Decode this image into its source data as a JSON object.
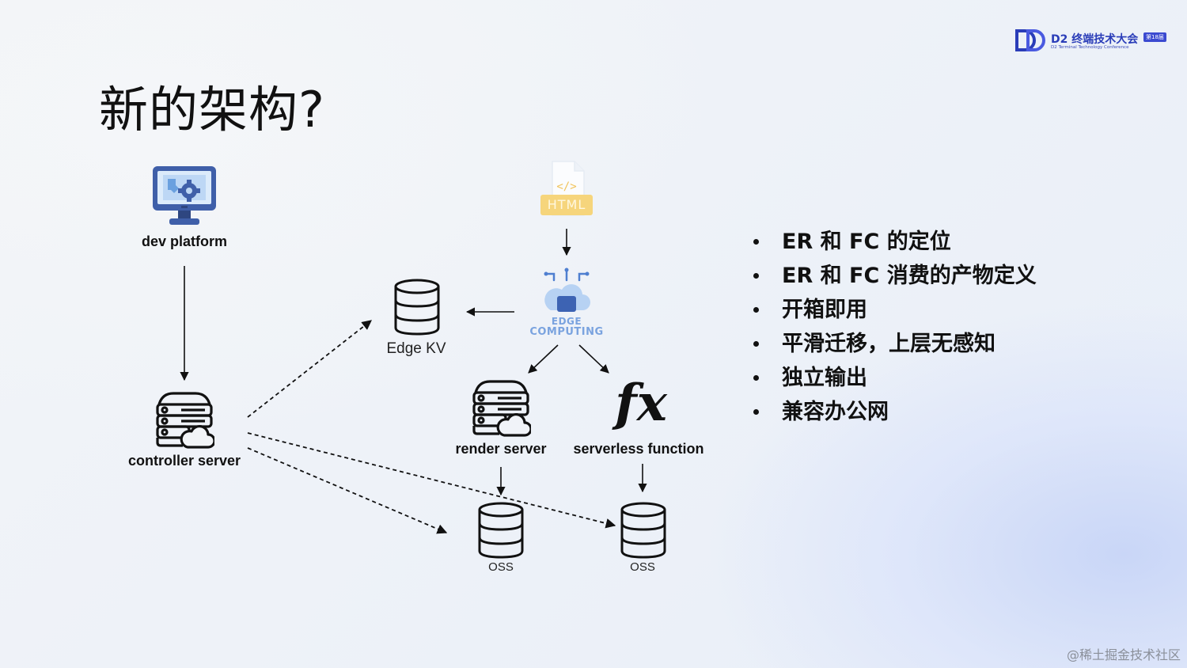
{
  "slide": {
    "title": "新的架构?"
  },
  "logo": {
    "name": "D2 终端技术大会",
    "badge": "第18届",
    "subtitle": "D2 Terminal Technology Conference"
  },
  "diagram": {
    "nodes": {
      "dev_platform": {
        "label": "dev platform",
        "icon": "monitor-settings-icon"
      },
      "controller_server": {
        "label": "controller server",
        "icon": "server-cloud-icon"
      },
      "html": {
        "label": "HTML",
        "icon": "html-file-icon"
      },
      "edge_computing": {
        "label_line1": "EDGE",
        "label_line2": "COMPUTING",
        "icon": "edge-computing-cloud-icon"
      },
      "edge_kv": {
        "label": "Edge KV",
        "icon": "database-icon"
      },
      "render_server": {
        "label": "render server",
        "icon": "server-cloud-icon"
      },
      "serverless_function": {
        "label": "serverless function",
        "icon": "fx-function-icon",
        "glyph": "fx"
      },
      "oss_1": {
        "label": "OSS",
        "icon": "database-icon"
      },
      "oss_2": {
        "label": "OSS",
        "icon": "database-icon"
      }
    }
  },
  "bullets": [
    "ER 和 FC 的定位",
    "ER 和 FC 消费的产物定义",
    "开箱即用",
    "平滑迁移，上层无感知",
    "独立输出",
    "兼容办公网"
  ],
  "watermark": "@稀土掘金技术社区"
}
